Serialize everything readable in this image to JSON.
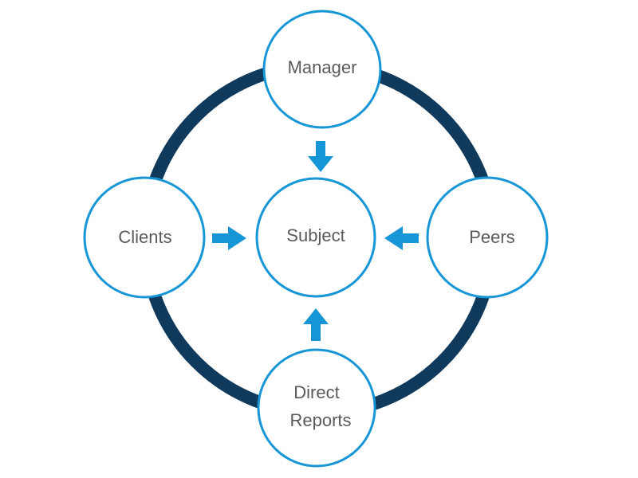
{
  "colors": {
    "ring": "#0f3a5c",
    "node_stroke": "#1696d6",
    "node_fill": "#ffffff",
    "arrow": "#1696d6",
    "text": "#5a5a5a"
  },
  "nodes": {
    "manager": {
      "label": "Manager"
    },
    "clients": {
      "label": "Clients"
    },
    "subject": {
      "label": "Subject"
    },
    "peers": {
      "label": "Peers"
    },
    "direct_reports": {
      "line1": "Direct",
      "line2": "Reports"
    }
  },
  "edges": [
    {
      "from": "manager",
      "to": "subject"
    },
    {
      "from": "clients",
      "to": "subject"
    },
    {
      "from": "peers",
      "to": "subject"
    },
    {
      "from": "direct_reports",
      "to": "subject"
    }
  ]
}
